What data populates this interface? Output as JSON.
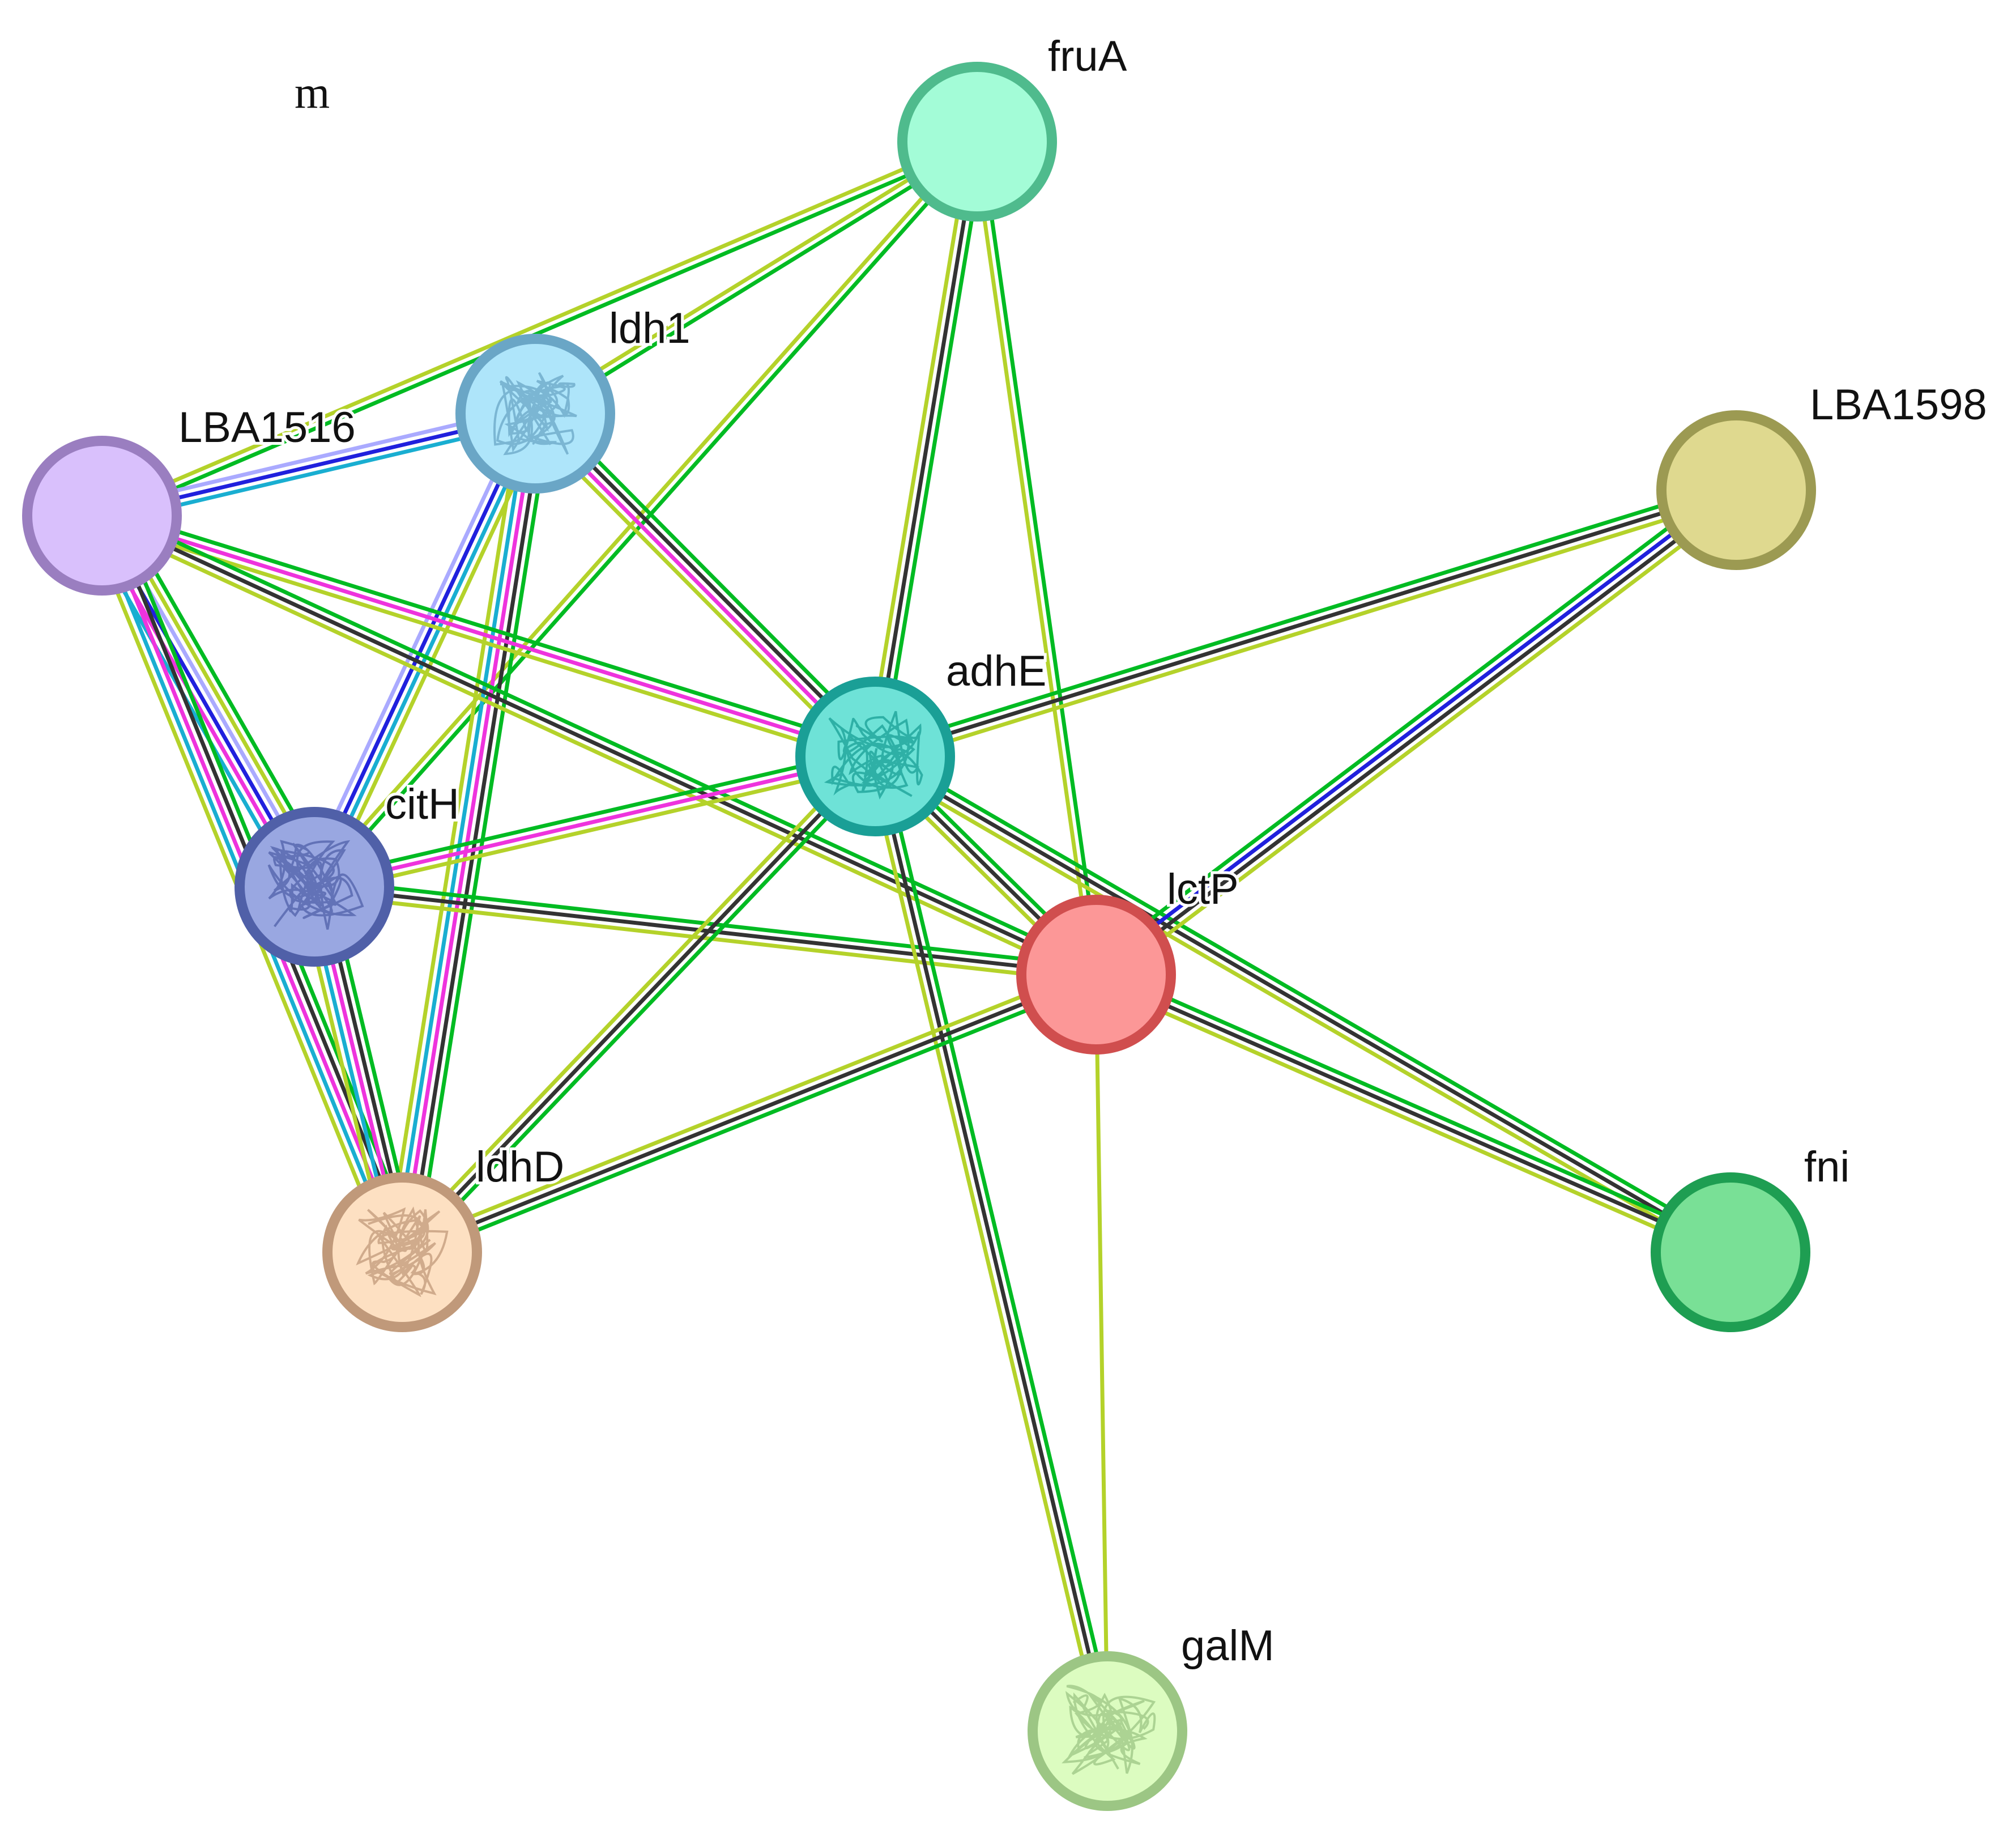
{
  "corner_mark": "m",
  "nodes": [
    {
      "id": "fruA",
      "label": "fruA",
      "fill": "#a3fcd7",
      "stroke": "#4fbb8d",
      "has_structure": false
    },
    {
      "id": "ldh1",
      "label": "ldh1",
      "fill": "#aee5fa",
      "stroke": "#6aa6c6",
      "has_structure": true
    },
    {
      "id": "LBA1516",
      "label": "LBA1516",
      "fill": "#d9c0fc",
      "stroke": "#9a7ec0",
      "has_structure": false
    },
    {
      "id": "LBA1598",
      "label": "LBA1598",
      "fill": "#dfd98f",
      "stroke": "#9c9a52",
      "has_structure": false
    },
    {
      "id": "adhE",
      "label": "adhE",
      "fill": "#6ee2d7",
      "stroke": "#1a9f96",
      "has_structure": true
    },
    {
      "id": "citH",
      "label": "citH",
      "fill": "#99a7e1",
      "stroke": "#5060a8",
      "has_structure": true
    },
    {
      "id": "lctP",
      "label": "lctP",
      "fill": "#fc9797",
      "stroke": "#d04e4e",
      "has_structure": false
    },
    {
      "id": "fni",
      "label": "fni",
      "fill": "#79e096",
      "stroke": "#1e9e52",
      "has_structure": false
    },
    {
      "id": "ldhD",
      "label": "ldhD",
      "fill": "#fde0c2",
      "stroke": "#c0997a",
      "has_structure": true
    },
    {
      "id": "galM",
      "label": "galM",
      "fill": "#dcfcc0",
      "stroke": "#9cc684",
      "has_structure": true
    }
  ],
  "evidence_colors": {
    "textmining": "#b4d22a",
    "coexpression": "#333333",
    "neighborhood": "#00bb22",
    "database": "#19aed1",
    "experiments": "#ee33dd",
    "homology": "#aaaaff",
    "fusion": "#2020dd"
  },
  "edges": [
    {
      "source": "fruA",
      "target": "LBA1516",
      "evidence": [
        "neighborhood",
        "textmining"
      ]
    },
    {
      "source": "fruA",
      "target": "ldh1",
      "evidence": [
        "neighborhood",
        "textmining"
      ]
    },
    {
      "source": "fruA",
      "target": "citH",
      "evidence": [
        "neighborhood",
        "textmining"
      ]
    },
    {
      "source": "fruA",
      "target": "adhE",
      "evidence": [
        "neighborhood",
        "coexpression",
        "textmining"
      ]
    },
    {
      "source": "fruA",
      "target": "lctP",
      "evidence": [
        "neighborhood",
        "textmining"
      ]
    },
    {
      "source": "ldh1",
      "target": "LBA1516",
      "evidence": [
        "database",
        "fusion",
        "homology"
      ]
    },
    {
      "source": "ldh1",
      "target": "citH",
      "evidence": [
        "textmining",
        "database",
        "fusion",
        "homology"
      ]
    },
    {
      "source": "ldh1",
      "target": "ldhD",
      "evidence": [
        "neighborhood",
        "coexpression",
        "experiments",
        "database",
        "textmining"
      ]
    },
    {
      "source": "ldh1",
      "target": "adhE",
      "evidence": [
        "neighborhood",
        "coexpression",
        "experiments",
        "textmining"
      ]
    },
    {
      "source": "LBA1516",
      "target": "citH",
      "evidence": [
        "neighborhood",
        "textmining",
        "homology",
        "fusion",
        "experiments",
        "database"
      ]
    },
    {
      "source": "LBA1516",
      "target": "ldhD",
      "evidence": [
        "neighborhood",
        "coexpression",
        "experiments",
        "database",
        "textmining"
      ]
    },
    {
      "source": "LBA1516",
      "target": "adhE",
      "evidence": [
        "neighborhood",
        "experiments",
        "textmining"
      ]
    },
    {
      "source": "LBA1516",
      "target": "lctP",
      "evidence": [
        "neighborhood",
        "coexpression",
        "textmining"
      ]
    },
    {
      "source": "citH",
      "target": "adhE",
      "evidence": [
        "neighborhood",
        "experiments",
        "textmining"
      ]
    },
    {
      "source": "citH",
      "target": "lctP",
      "evidence": [
        "neighborhood",
        "coexpression",
        "textmining"
      ]
    },
    {
      "source": "citH",
      "target": "ldhD",
      "evidence": [
        "neighborhood",
        "coexpression",
        "experiments",
        "database",
        "textmining"
      ]
    },
    {
      "source": "adhE",
      "target": "ldhD",
      "evidence": [
        "neighborhood",
        "coexpression",
        "textmining"
      ]
    },
    {
      "source": "adhE",
      "target": "lctP",
      "evidence": [
        "neighborhood",
        "coexpression",
        "textmining"
      ]
    },
    {
      "source": "adhE",
      "target": "LBA1598",
      "evidence": [
        "neighborhood",
        "coexpression",
        "textmining"
      ]
    },
    {
      "source": "adhE",
      "target": "fni",
      "evidence": [
        "neighborhood",
        "coexpression",
        "textmining"
      ]
    },
    {
      "source": "adhE",
      "target": "galM",
      "evidence": [
        "neighborhood",
        "coexpression",
        "textmining"
      ]
    },
    {
      "source": "lctP",
      "target": "LBA1598",
      "evidence": [
        "neighborhood",
        "fusion",
        "coexpression",
        "textmining"
      ]
    },
    {
      "source": "lctP",
      "target": "fni",
      "evidence": [
        "neighborhood",
        "coexpression",
        "textmining"
      ]
    },
    {
      "source": "lctP",
      "target": "ldhD",
      "evidence": [
        "neighborhood",
        "coexpression",
        "textmining"
      ]
    },
    {
      "source": "lctP",
      "target": "galM",
      "evidence": [
        "textmining"
      ]
    }
  ]
}
